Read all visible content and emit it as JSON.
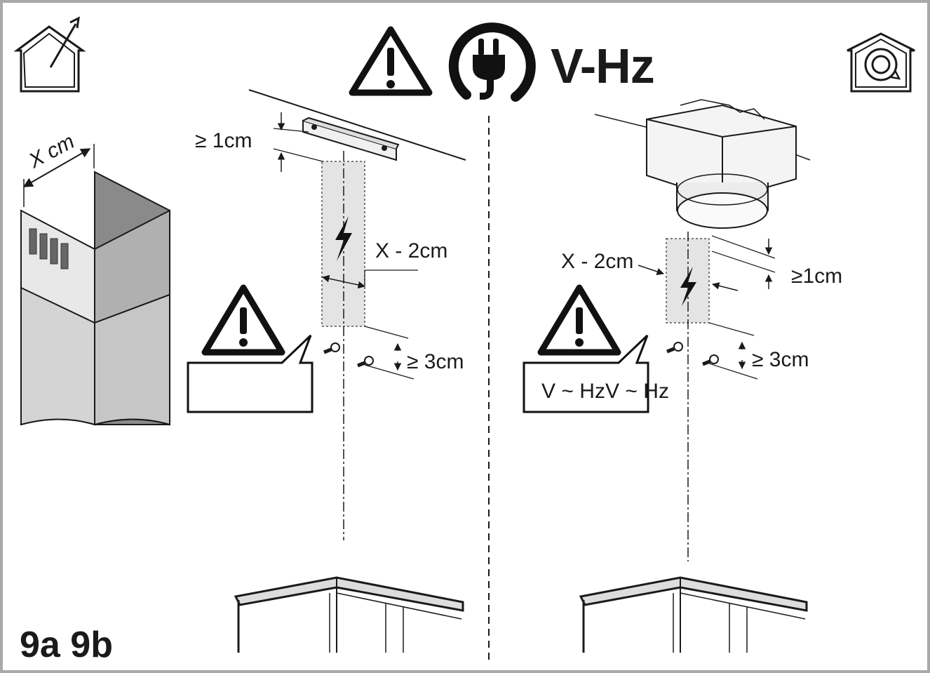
{
  "header": {
    "power_label": "V-Hz"
  },
  "left_panel": {
    "chimney_width_label": "X cm",
    "top_gap_label": "≥ 1cm",
    "zone_width_label": "X - 2cm",
    "bottom_gap_label": "≥ 3cm",
    "warning_note": ""
  },
  "right_panel": {
    "zone_width_label": "X - 2cm",
    "top_gap_label": "≥1cm",
    "bottom_gap_label": "≥ 3cm",
    "warning_note": "V ~ HzV ~ Hz"
  },
  "footer": {
    "figure_label": "9a 9b"
  },
  "icons": {
    "ducted_mode": "house-exhaust-icon",
    "recirculation_mode": "house-recirculation-icon",
    "warning": "warning-triangle-icon",
    "power_plug": "power-plug-icon",
    "electric": "lightning-icon"
  },
  "colors": {
    "line": "#1a1a1a",
    "zone_fill": "#e4e4e4",
    "chimney_dark": "#8a8a8a",
    "chimney_light": "#dcdcdc",
    "frame": "#a9a9a9"
  }
}
